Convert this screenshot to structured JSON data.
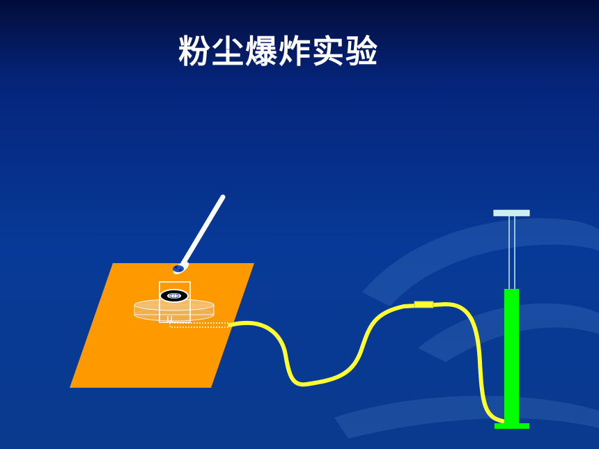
{
  "slide": {
    "title": "粉尘爆炸实验"
  },
  "colors": {
    "background_top": "#020c3a",
    "background_bottom": "#0a3a8e",
    "board": "#ff9900",
    "hose": "#ffff33",
    "pump_body": "#00ff00",
    "pump_handle": "#c8eef0",
    "container": "#ffffff"
  },
  "diagram": {
    "items": [
      "board",
      "dust-container",
      "swab",
      "hose",
      "air-pump"
    ]
  }
}
